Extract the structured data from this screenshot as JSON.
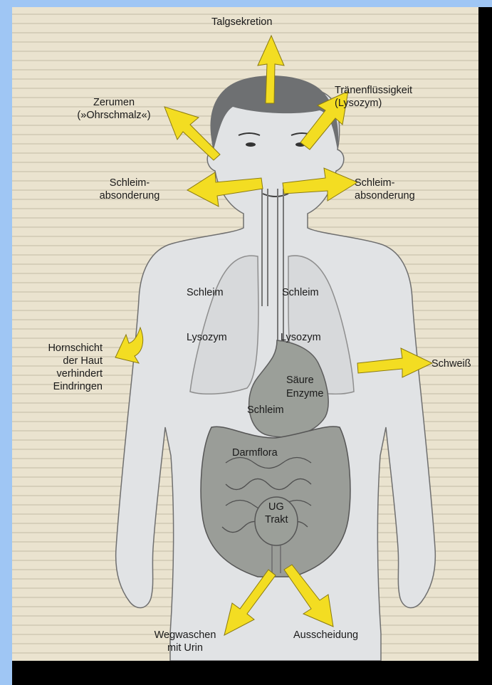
{
  "labels": {
    "talg": "Talgsekretion",
    "zerumen_1": "Zerumen",
    "zerumen_2": "(»Ohrschmalz«)",
    "traenen_1": "Tränenflüssigkeit",
    "traenen_2": "(Lysozym)",
    "schleim_left_1": "Schleim-",
    "schleim_left_2": "absonderung",
    "schleim_right_1": "Schleim-",
    "schleim_right_2": "absonderung",
    "horn_1": "Hornschicht",
    "horn_2": "der Haut",
    "horn_3": "verhindert",
    "horn_4": "Eindringen",
    "schweiss": "Schweiß",
    "wegwaschen_1": "Wegwaschen",
    "wegwaschen_2": "mit Urin",
    "ausscheidung": "Ausscheidung"
  },
  "organs": {
    "schleim_l": "Schleim",
    "schleim_r": "Schleim",
    "lysozym_l": "Lysozym",
    "lysozym_r": "Lysozym",
    "saeure": "Säure",
    "enzyme": "Enzyme",
    "schleim_magen": "Schleim",
    "darmflora": "Darmflora",
    "ug_1": "UG",
    "ug_2": "Trakt"
  },
  "colors": {
    "paper": "#eae3cf",
    "body": "#e0e2e4",
    "organ": "#9a9e98",
    "arrow": "#f3dd22",
    "frame": "#9fc6f4"
  }
}
